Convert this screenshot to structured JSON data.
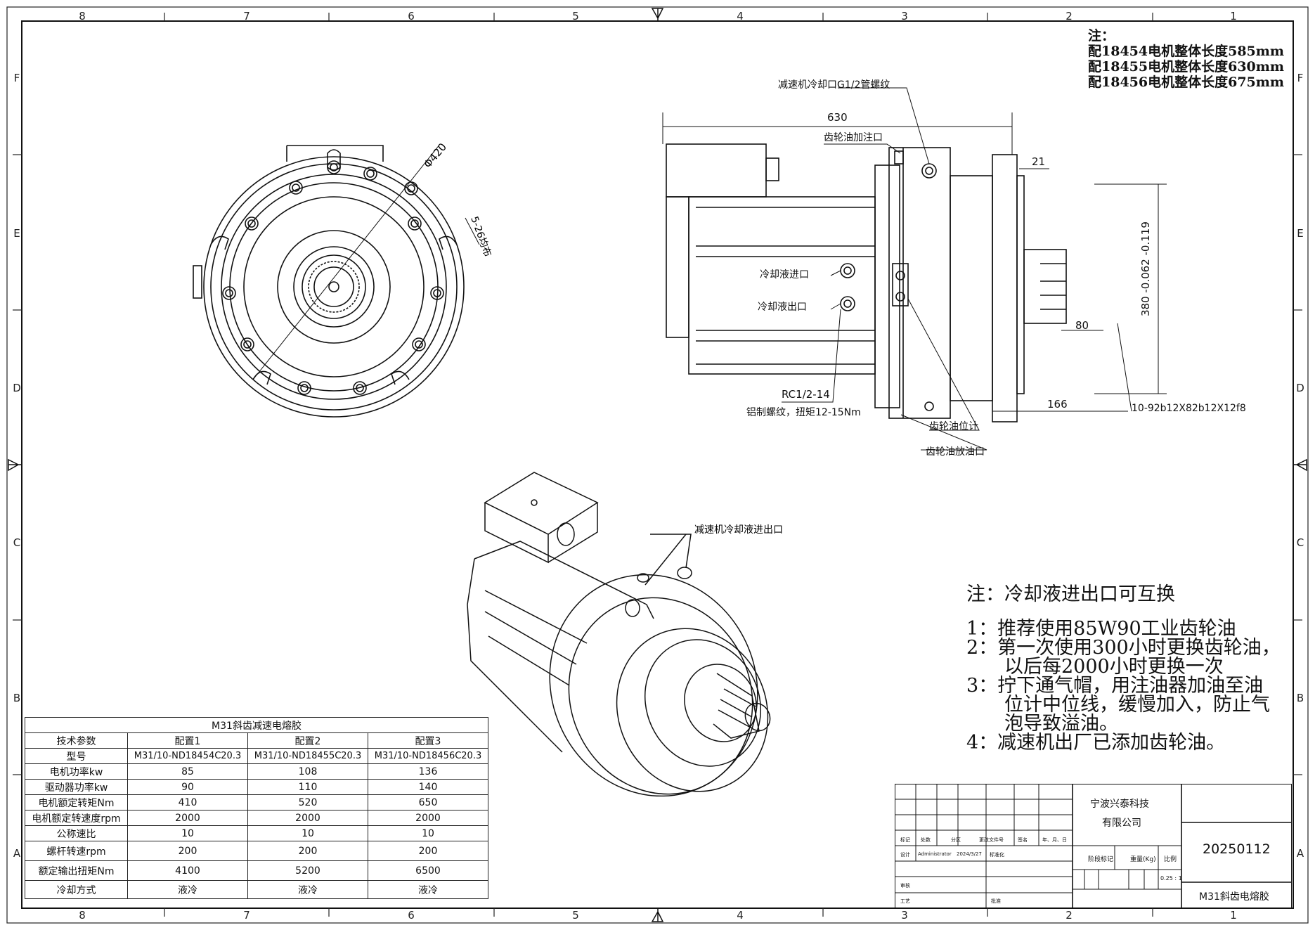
{
  "grid": {
    "top_numbers": [
      "8",
      "7",
      "6",
      "5",
      "4",
      "3",
      "2",
      "1"
    ],
    "side_letters": [
      "F",
      "E",
      "D",
      "C",
      "B",
      "A"
    ]
  },
  "notes_top": {
    "title": "注：",
    "lines": [
      "配18454电机整体长度585mm",
      "配18455电机整体长度630mm",
      "配18456电机整体长度675mm"
    ]
  },
  "front_view": {
    "diameter": "Φ420",
    "holes": "5-26均布"
  },
  "side_view": {
    "length": "630",
    "reducer_cooling_port": "减速机冷却口G1/2管螺纹",
    "gear_oil_fill": "齿轮油加注口",
    "dim_21": "21",
    "coolant_in": "冷却液进口",
    "coolant_out": "冷却液出口",
    "dim_80": "80",
    "tolerance": "380 -0.062 -0.119",
    "rc": "RC1/2-14",
    "rc_note": "铝制螺纹，扭矩12-15Nm",
    "dim_166": "166",
    "gear_oil_level": "齿轮油位计",
    "spline": "10-92b12X82b12X12f8",
    "gear_oil_drain": "齿轮油放油口"
  },
  "iso_view": {
    "callout": "减速机冷却液进出口"
  },
  "notes_main": {
    "head": "注：冷却液进出口可互换",
    "lines": [
      "1：推荐使用85W90工业齿轮油",
      "2：第一次使用300小时更换齿轮油，",
      "　　以后每2000小时更换一次",
      "3：拧下通气帽，用注油器加油至油",
      "　　位计中位线，缓慢加入，防止气",
      "　　泡导致溢油。",
      "4：减速机出厂已添加齿轮油。"
    ]
  },
  "spec_table": {
    "title": "M31斜齿减速电熔胶",
    "header": [
      "技术参数",
      "配置1",
      "配置2",
      "配置3"
    ],
    "rows": [
      [
        "型号",
        "M31/10-ND18454C20.3",
        "M31/10-ND18455C20.3",
        "M31/10-ND18456C20.3"
      ],
      [
        "电机功率kw",
        "85",
        "108",
        "136"
      ],
      [
        "驱动器功率kw",
        "90",
        "110",
        "140"
      ],
      [
        "电机额定转矩Nm",
        "410",
        "520",
        "650"
      ],
      [
        "电机额定转速度rpm",
        "2000",
        "2000",
        "2000"
      ],
      [
        "公称速比",
        "10",
        "10",
        "10"
      ],
      [
        "螺杆转速rpm",
        "200",
        "200",
        "200"
      ],
      [
        "额定输出扭矩Nm",
        "4100",
        "5200",
        "6500"
      ],
      [
        "冷却方式",
        "液冷",
        "液冷",
        "液冷"
      ]
    ]
  },
  "title_block": {
    "company_line1": "宁波兴泰科技",
    "company_line2": "有限公司",
    "drawing_no": "20250112",
    "name": "M31斜齿电熔胶",
    "mark": "标记",
    "count": "处数",
    "zone": "分区",
    "change_doc": "更改文件号",
    "sign": "签名",
    "date_label": "年、月、日",
    "design": "设计",
    "designer": "Administrator",
    "design_date": "2024/3/27",
    "standard": "标准化",
    "review": "审核",
    "process": "工艺",
    "approve": "批准",
    "stage": "阶段标记",
    "weight": "重量(Kg)",
    "scale_label": "比例",
    "scale": "0.25 : 1"
  }
}
